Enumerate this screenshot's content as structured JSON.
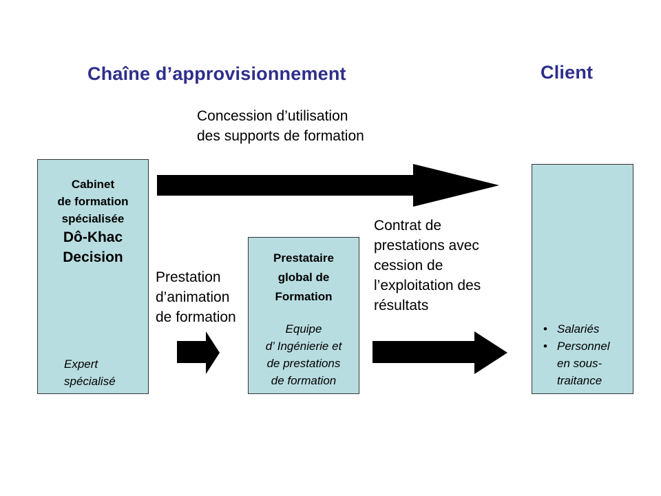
{
  "headings": {
    "supply_chain": "Chaîne d’approvisionnement",
    "client": "Client"
  },
  "arrows": {
    "top_label": [
      "Concession d’utilisation",
      "des supports de formation"
    ],
    "middle_left_label": [
      "Prestation",
      "d’animation",
      "de formation"
    ],
    "middle_right_label": [
      "Contrat de",
      "prestations avec",
      "cession de",
      "l’exploitation des",
      "résultats"
    ]
  },
  "boxes": {
    "cabinet": {
      "title_lines": [
        "Cabinet",
        "de formation",
        "spécialisée"
      ],
      "name_lines": [
        "Dô-Khac",
        "Decision"
      ],
      "role_lines": [
        "Expert",
        "spécialisé"
      ]
    },
    "prestataire": {
      "title_lines": [
        "Prestataire",
        "global de",
        "Formation"
      ],
      "role_lines": [
        "Equipe",
        "d’ Ingénierie et",
        "de prestations",
        "de formation"
      ]
    },
    "client": {
      "items": [
        "Salariés",
        "Personnel en sous-traitance"
      ],
      "item2_lines": [
        "Personnel",
        "en sous-",
        "traitance"
      ]
    }
  },
  "colors": {
    "heading": "#2e2e8c",
    "box_fill": "#b8dde0",
    "arrow": "#000000"
  }
}
